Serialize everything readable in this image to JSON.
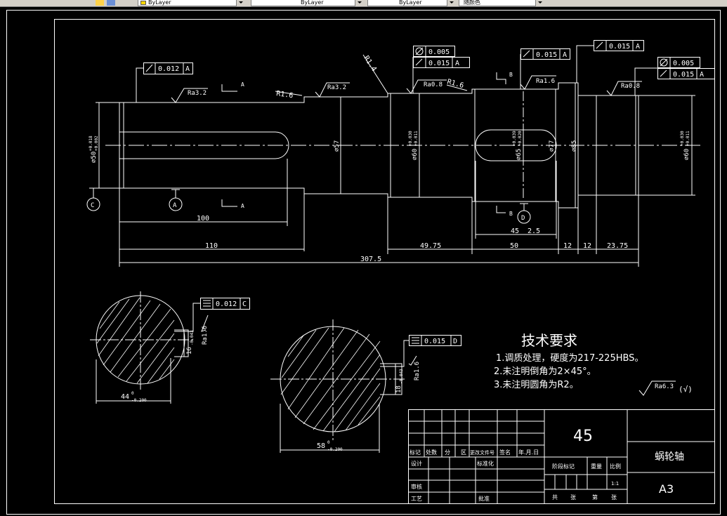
{
  "toolbar": {
    "layer_value": "ByLayer",
    "linetype_value": "ByLayer",
    "lineweight_value": "ByLayer",
    "plotstyle_value": "随颜色"
  },
  "dims": {
    "d100": "100",
    "d110": "110",
    "d3075": "307.5",
    "d4975": "49.75",
    "d50": "50",
    "d12a": "12",
    "d12b": "12",
    "d2375": "23.75",
    "d45": "45",
    "d25": "2.5",
    "phi50": "⌀50",
    "phi50_tol_up": "+0.018",
    "phi50_tol_dn": "+0.002",
    "phi57": "⌀57",
    "phi60a": "⌀60",
    "phi60a_tol_up": "+0.030",
    "phi60a_tol_dn": "+0.011",
    "phi65": "⌀65",
    "phi65_tol_up": "+0.039",
    "phi65_tol_dn": "+0.020",
    "phi77": "⌀77",
    "phi85": "⌀85",
    "phi60b": "⌀60",
    "phi60b_tol_up": "+0.030",
    "phi60b_tol_dn": "+0.011",
    "sec1_w": "44",
    "sec1_w_tol": "0",
    "sec1_w_tol2": "-0.200",
    "sec1_h": "16",
    "sec1_h_tol": "-0.043",
    "sec2_w": "58",
    "sec2_w_tol": "0",
    "sec2_w_tol2": "-0.200",
    "sec2_h": "18",
    "sec2_h_tol": "-0.043"
  },
  "fcf": {
    "f1_val": "0.012",
    "f1_ref": "A",
    "f2_val": "0.005",
    "f3_val": "0.015",
    "f3_ref": "A",
    "f4_val": "0.015",
    "f4_ref": "A",
    "f5_val": "0.015",
    "f5_ref": "A",
    "f6_val": "0.005",
    "f7_val": "0.015",
    "f7_ref": "A",
    "f8_val": "0.012",
    "f8_ref": "C",
    "f9_val": "0.015",
    "f9_ref": "D"
  },
  "rough": {
    "r1": "Ra3.2",
    "r2": "Ra3.2",
    "r3": "Ra0.8",
    "r4": "Ra1.6",
    "r5": "Ra0.8",
    "r6": "Ra1.6",
    "r7": "Ra1.6",
    "general": "Ra6.3",
    "general_paren": "(√)"
  },
  "radii": {
    "r16a": "R1.6",
    "r14": "R1.4",
    "r16b": "R1.6"
  },
  "datum": {
    "a_top": "A",
    "a_bot": "A",
    "b_top": "B",
    "b_bot": "B",
    "c": "C",
    "a_circle": "A",
    "d": "D"
  },
  "tech": {
    "title": "技术要求",
    "line1": "1.调质处理，硬度为217-225HBS。",
    "line2": "2.未注明倒角为2×45°。",
    "line3": "3.未注明圆角为R2。"
  },
  "title_block": {
    "material": "45",
    "part_name": "蜗轮轴",
    "paper": "A3",
    "biaoji": "标记",
    "chushu": "处数",
    "fen": "分",
    "qu": "区",
    "gengai": "更改文件号",
    "qianming": "签名",
    "nianyueri": "年.月.日",
    "sheji": "设计",
    "biaozhunhua": "标准化",
    "jieduan": "阶段标记",
    "zhongliang": "重量",
    "bili": "比例",
    "scale": "1:1",
    "shenhe": "审核",
    "gongyi": "工艺",
    "pizhun": "批准",
    "gong": "共",
    "zhang1": "张",
    "di": "第",
    "zhang2": "张"
  }
}
